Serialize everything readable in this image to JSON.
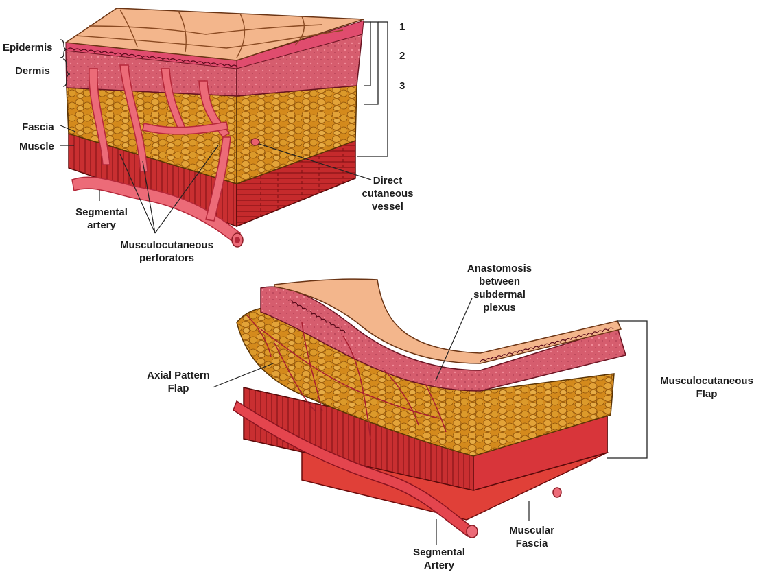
{
  "labels": {
    "epidermis": "Epidermis",
    "dermis": "Dermis",
    "fascia": "Fascia",
    "muscle": "Muscle",
    "segmental_artery": [
      "Segmental",
      "artery"
    ],
    "musculocutaneous_perforators": [
      "Musculocutaneous",
      "perforators"
    ],
    "direct_cutaneous_vessel": [
      "Direct",
      "cutaneous",
      "vessel"
    ],
    "num1": "1",
    "num2": "2",
    "num3": "3",
    "anastomosis": [
      "Anastomosis",
      "between",
      "subdermal",
      "plexus"
    ],
    "axial_pattern_flap": [
      "Axial Pattern",
      "Flap"
    ],
    "musculocutaneous_flap": [
      "Musculocutaneous",
      "Flap"
    ],
    "muscular_fascia": [
      "Muscular",
      "Fascia"
    ],
    "segmental_artery_bottom": [
      "Segmental",
      "Artery"
    ]
  },
  "colors": {
    "skin_surface": "#f2b48a",
    "dermis": "#d8606e",
    "fat": "#d08a1e",
    "muscle": "#c0282c",
    "vessel": "#e2505a"
  }
}
